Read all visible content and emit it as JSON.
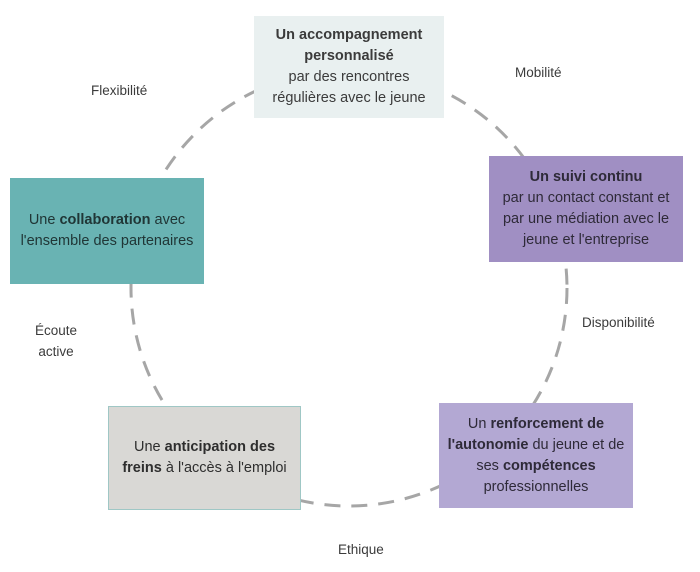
{
  "diagram": {
    "boxes": {
      "top": {
        "bold": "Un accompagnement personnalisé",
        "text": "par des rencontres régulières avec le jeune"
      },
      "right": {
        "bold": "Un suivi continu",
        "text": "par un contact constant et par une médiation avec le jeune et l'entreprise"
      },
      "left": {
        "pre": "Une ",
        "bold": "collaboration",
        "post": " avec l'ensemble des partenaires"
      },
      "bottom_left": {
        "pre": "Une ",
        "bold": "anticipation des freins",
        "post": " à l'accès à l'emploi"
      },
      "bottom_right": {
        "pre": "Un ",
        "bold1": "renforcement de l'autonomie",
        "mid": " du jeune et de ses ",
        "bold2": "compétences",
        "post": " professionnelles"
      }
    },
    "values": {
      "flexibilite": "Flexibilité",
      "mobilite": "Mobilité",
      "disponibilite": "Disponibilité",
      "ecoute": "Écoute active",
      "ethique": "Ethique"
    },
    "colors": {
      "top": "#e9f0f0",
      "right": "#a08fc3",
      "left": "#69b3b3",
      "bottom_left": "#d9d8d5",
      "bottom_right": "#b3a8d3",
      "cycle_line": "#a6a6a6"
    }
  }
}
